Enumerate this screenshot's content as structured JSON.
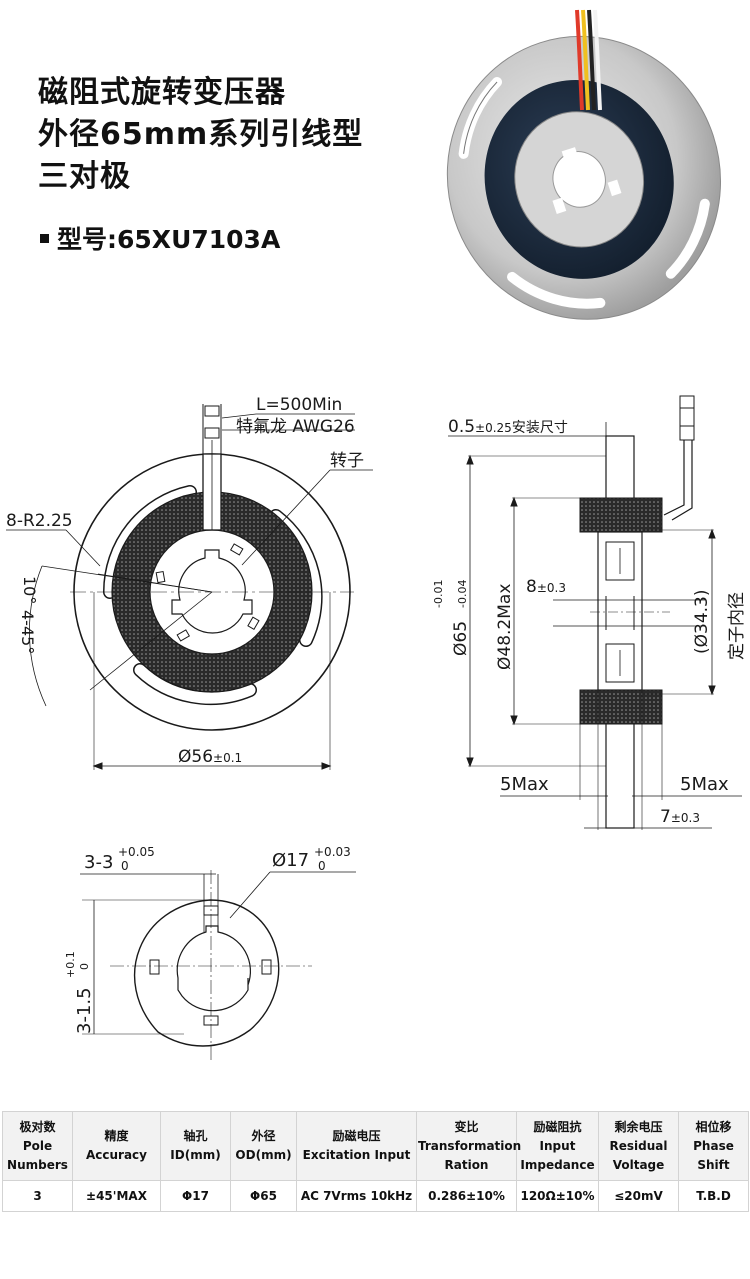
{
  "header": {
    "title_lines": [
      "磁阻式旋转变压器",
      "外径65mm系列引线型",
      "三对极"
    ],
    "model": "型号:65XU7103A"
  },
  "front_view": {
    "lead_length": "L=500Min",
    "lead_wire": "特氟龙 AWG26",
    "rotor_label": "转子",
    "slot_radius": "8-R2.25",
    "angle_1": "10°",
    "angle_2": "4-45°",
    "inner_dia": "Ø56",
    "inner_dia_tol": "±0.1"
  },
  "side_view": {
    "mount_dim": "0.5",
    "mount_tol": "±0.25",
    "mount_note": "安装尺寸",
    "od_dim": "Ø65",
    "od_tol_upper": "-0.01",
    "od_tol_lower": "-0.04",
    "body_dim": "Ø48.2Max",
    "core_dim": "8",
    "core_tol": "±0.3",
    "stator_id": "(Ø34.3)",
    "stator_note": "定子内径",
    "left_max": "5Max",
    "right_max": "5Max",
    "width_dim": "7",
    "width_tol": "±0.3"
  },
  "rotor_view": {
    "key_dim": "3-3",
    "key_tol_upper": "+0.05",
    "key_tol_lower": "0",
    "bore_dim": "Ø17",
    "bore_tol_upper": "+0.03",
    "bore_tol_lower": "0",
    "key_depth": "3-1.5",
    "key_depth_tol_upper": "+0.1",
    "key_depth_tol_lower": "0"
  },
  "spec_table": {
    "headers": [
      [
        "极对数",
        "Pole",
        "Numbers"
      ],
      [
        "精度",
        "Accuracy"
      ],
      [
        "轴孔",
        "ID(mm)"
      ],
      [
        "外径",
        "OD(mm)"
      ],
      [
        "励磁电压",
        "Excitation Input"
      ],
      [
        "变比",
        "Transformation",
        "Ration"
      ],
      [
        "励磁阻抗",
        "Input",
        "Impedance"
      ],
      [
        "剩余电压",
        "Residual",
        "Voltage"
      ],
      [
        "相位移",
        "Phase",
        "Shift"
      ]
    ],
    "row": [
      "3",
      "±45'MAX",
      "Φ17",
      "Φ65",
      "AC 7Vrms 10kHz",
      "0.286±10%",
      "120Ω±10%",
      "≤20mV",
      "T.B.D"
    ]
  }
}
